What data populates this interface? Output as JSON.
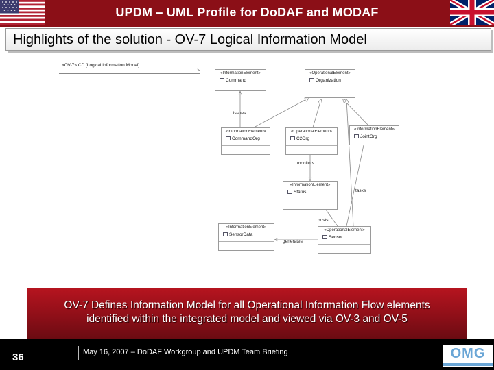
{
  "slide": {
    "title": "UPDM – UML Profile for DoDAF and MODAF",
    "subtitle": "Highlights of the solution - OV-7 Logical Information Model",
    "flags": [
      "us-flag",
      "uk-flag"
    ],
    "colors": {
      "header": "#8b0f17",
      "banner": "#8e0f18",
      "footer": "#000000"
    }
  },
  "diagram": {
    "frame_label": "«OV-7» CD [Logical Information Model]",
    "classes": {
      "command": {
        "stereotype": "«InformationElement»",
        "name": "Command"
      },
      "organization": {
        "stereotype": "«OperationalElement»",
        "name": "Organization"
      },
      "commandorg": {
        "stereotype": "«InformationElement»",
        "name": "CommandOrg"
      },
      "c2org": {
        "stereotype": "«OperationalElement»",
        "name": "C2Org"
      },
      "jointorg": {
        "stereotype": "«InformationElement»",
        "name": "JointOrg"
      },
      "status": {
        "stereotype": "«InformationElement»",
        "name": "Status"
      },
      "sensordata": {
        "stereotype": "«InformationElement»",
        "name": "SensorData"
      },
      "sensor": {
        "stereotype": "«OperationalElement»",
        "name": "Sensor"
      }
    },
    "associations": {
      "issues": "issues",
      "monitors": "monitors",
      "tasks": "tasks",
      "posts": "posts",
      "generates": "generates"
    }
  },
  "banner": {
    "line1": "OV-7 Defines Information Model for all Operational Information Flow elements",
    "line2": "identified within the integrated model and viewed via OV-3 and OV-5"
  },
  "footer": {
    "page_number": "36",
    "text": "May 16, 2007 – DoDAF Workgroup and UPDM Team Briefing",
    "logo": "OMG"
  }
}
